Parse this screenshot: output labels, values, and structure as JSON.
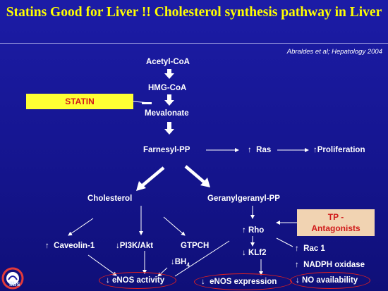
{
  "title": "Statins Good for Liver !! Cholesterol synthesis pathway in Liver",
  "citation": "Abraldes et al; Hepatology 2004",
  "pathway": {
    "acetyl": "Acetyl-CoA",
    "hmg": "HMG-CoA",
    "mevalonate": "Mevalonate",
    "farnesyl": "Farnesyl-PP",
    "ras": "Ras",
    "proliferation": "Proliferation",
    "cholesterol": "Cholesterol",
    "geranyl": "Geranylgeranyl-PP",
    "caveolin": "Caveolin-1",
    "pi3k": "PI3K/Akt",
    "gtpch": "GTPCH",
    "bh4": "BH",
    "bh4_sub": "4",
    "rho": "Rho",
    "klf2": "KLf2",
    "rac1": "Rac 1",
    "nadph": "NADPH oxidase",
    "enos_activity": "eNOS activity",
    "enos_expression": "eNOS expression",
    "no_availability": "NO availability"
  },
  "statin_label": "STATIN",
  "tp_label_1": "TP -",
  "tp_label_2": "Antagonists",
  "logo": {
    "text": "ilbs"
  },
  "colors": {
    "title": "#ffff00",
    "statin_bg": "#ffff33",
    "tp_bg": "#f1d3b2",
    "highlight": "#e02020"
  }
}
